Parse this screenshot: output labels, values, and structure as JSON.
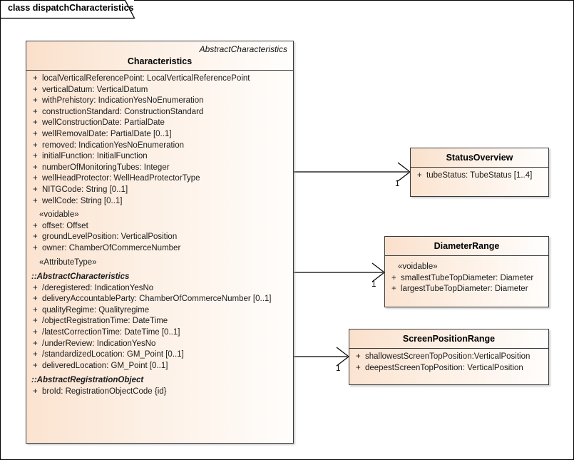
{
  "diagram": {
    "tab_label": "class dispatchCharacteristics"
  },
  "main_class": {
    "parent": "AbstractCharacteristics",
    "name": "Characteristics",
    "sections": [
      {
        "group": null,
        "attributes": [
          {
            "vis": "+",
            "text": "localVerticalReferencePoint: LocalVerticalReferencePoint"
          },
          {
            "vis": "+",
            "text": "verticalDatum: VerticalDatum"
          },
          {
            "vis": "+",
            "text": "withPrehistory: IndicationYesNoEnumeration"
          },
          {
            "vis": "+",
            "text": "constructionStandard: ConstructionStandard"
          },
          {
            "vis": "+",
            "text": "wellConstructionDate: PartialDate"
          },
          {
            "vis": "+",
            "text": "wellRemovalDate: PartialDate [0..1]"
          },
          {
            "vis": "+",
            "text": "removed: IndicationYesNoEnumeration"
          },
          {
            "vis": "+",
            "text": "initialFunction: InitialFunction"
          },
          {
            "vis": "+",
            "text": "numberOfMonitoringTubes: Integer"
          },
          {
            "vis": "+",
            "text": "wellHeadProtector: WellHeadProtectorType"
          },
          {
            "vis": "+",
            "text": "NITGCode: String [0..1]"
          },
          {
            "vis": "+",
            "text": "wellCode: String [0..1]"
          }
        ]
      },
      {
        "group": "«voidable»",
        "group_style": "stereotype",
        "attributes": [
          {
            "vis": "+",
            "text": "offset: Offset"
          },
          {
            "vis": "+",
            "text": "groundLevelPosition: VerticalPosition"
          },
          {
            "vis": "+",
            "text": "owner: ChamberOfCommerceNumber"
          }
        ]
      },
      {
        "group": "«AttributeType»",
        "group_style": "stereotype",
        "attributes": []
      },
      {
        "group": "::AbstractCharacteristics",
        "group_style": "inherited",
        "attributes": [
          {
            "vis": "+",
            "text": "/deregistered: IndicationYesNo"
          },
          {
            "vis": "+",
            "text": "deliveryAccountableParty: ChamberOfCommerceNumber [0..1]"
          },
          {
            "vis": "+",
            "text": "qualityRegime: Qualityregime"
          },
          {
            "vis": "+",
            "text": "/objectRegistrationTime: DateTime"
          },
          {
            "vis": "+",
            "text": "/latestCorrectionTime: DateTime [0..1]"
          },
          {
            "vis": "+",
            "text": "/underReview: IndicationYesNo"
          },
          {
            "vis": "+",
            "text": "/standardizedLocation: GM_Point [0..1]"
          },
          {
            "vis": "+",
            "text": "deliveredLocation: GM_Point [0..1]"
          }
        ]
      },
      {
        "group": "::AbstractRegistrationObject",
        "group_style": "inherited",
        "attributes": [
          {
            "vis": "+",
            "text": "broId: RegistrationObjectCode {id}"
          }
        ]
      }
    ]
  },
  "related_classes": [
    {
      "id": "status-overview",
      "name": "StatusOverview",
      "sections": [
        {
          "group": null,
          "attributes": [
            {
              "vis": "+",
              "text": "tubeStatus: TubeStatus [1..4]"
            }
          ]
        }
      ]
    },
    {
      "id": "diameter-range",
      "name": "DiameterRange",
      "sections": [
        {
          "group": "«voidable»",
          "group_style": "stereotype",
          "attributes": [
            {
              "vis": "+",
              "text": "smallestTubeTopDiameter: Diameter"
            },
            {
              "vis": "+",
              "text": "largestTubeTopDiameter: Diameter"
            }
          ]
        }
      ]
    },
    {
      "id": "screen-position-range",
      "name": "ScreenPositionRange",
      "sections": [
        {
          "group": null,
          "attributes": [
            {
              "vis": "+",
              "text": "shallowestScreenTopPosition:VerticalPosition"
            },
            {
              "vis": "+",
              "text": "deepestScreenTopPosition: VerticalPosition"
            }
          ]
        }
      ]
    }
  ],
  "connectors": [
    {
      "id": "conn-status-overview",
      "target": "StatusOverview",
      "multiplicity": "1"
    },
    {
      "id": "conn-diameter-range",
      "target": "DiameterRange",
      "multiplicity": "1"
    },
    {
      "id": "conn-screen-position-range",
      "target": "ScreenPositionRange",
      "multiplicity": "1"
    }
  ],
  "colors": {
    "class_fill_left": "#fbe3d0",
    "class_fill_right": "#fffdfb",
    "border": "#3a3a3a",
    "line": "#000000",
    "canvas": "#ffffff"
  }
}
